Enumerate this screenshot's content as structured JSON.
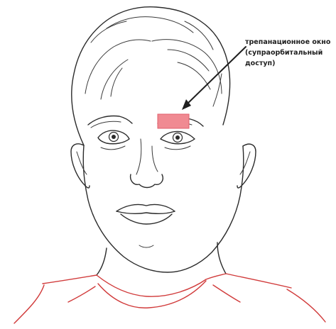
{
  "annotation": {
    "lines": [
      "трепанационное окно",
      "(супраорбитальный",
      "доступ)"
    ]
  },
  "colors": {
    "ink": "#2b2b2b",
    "shirt": "#d13b3b",
    "window_fill": "#f08a92",
    "window_stroke": "#e0606c"
  },
  "icons": {
    "arrow": "arrow-icon"
  }
}
